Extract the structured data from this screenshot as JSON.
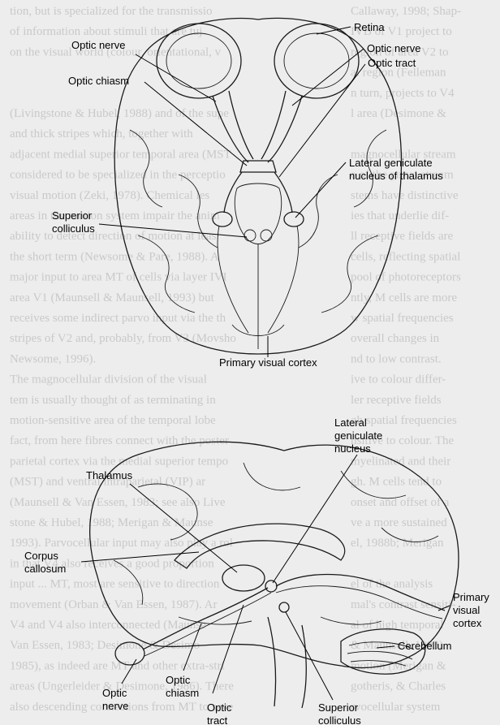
{
  "figure_top": {
    "labels": {
      "retina": "Retina",
      "optic_nerve_left": "Optic nerve",
      "optic_nerve_right": "Optic nerve",
      "optic_tract": "Optic tract",
      "optic_chiasm": "Optic chiasm",
      "lgn_line1": "Lateral geniculate",
      "lgn_line2": "nucleus of thalamus",
      "sup_coll_line1": "Superior",
      "sup_coll_line2": "colliculus",
      "primary_visual_cortex": "Primary visual cortex"
    }
  },
  "figure_bottom": {
    "labels": {
      "lgn_line1": "Lateral",
      "lgn_line2": "geniculate",
      "lgn_line3": "nucleus",
      "thalamus": "Thalamus",
      "corpus_line1": "Corpus",
      "corpus_line2": "callosum",
      "pvc_line1": "Primary",
      "pvc_line2": "visual",
      "pvc_line3": "cortex",
      "cerebellum": "Cerebellum",
      "optic_chiasm_line1": "Optic",
      "optic_chiasm_line2": "chiasm",
      "optic_nerve_line1": "Optic",
      "optic_nerve_line2": "nerve",
      "optic_tract_line1": "Optic",
      "optic_tract_line2": "tract",
      "sup_coll_line1": "Superior",
      "sup_coll_line2": "colliculus"
    }
  },
  "background_text": {
    "left_column": [
      "tion, but is specialized for the transmissio",
      "of information about stimuli that are tuj",
      "on the visual world (colour, orientational, v",
      "",
      "",
      "(Livingstone & Hubel, 1988) and of the supe",
      "and thick stripes which, together with",
      "adjacent medial superior temporal area (MST",
      "considered to be specialized in the perceptio",
      "visual motion (Zeki, 1978). Chemical les",
      "areas in the motion system impair the anim",
      "ability to detect direction of motion at leas",
      "the short term (Newsome & Pare, 1988). A",
      "major input to area MT of cells via layer IVI",
      "area V1 (Maunsell & Maunsell, 1993) but",
      "receives some indirect parvo input via the th",
      "stripes of V2 and, probably, from V3 (Movsho",
      "Newsome, 1996).",
      "The magnocellular division of the visual",
      "tem is usually thought of as terminating in",
      "motion-sensitive area of the temporal lobe",
      "fact, from here fibres connect with the poster",
      "parietal cortex via the medial superior tempo",
      "(MST) and ventral intraparietal (VIP) ar",
      "(Maunsell & Van Essen, 1983; see also Live",
      "stone & Hubel, 1988; Merigan & Maunse",
      "1993). Parvocellular input may also play a rol",
      "in that V4 also receives a good proportion",
      "input ... MT, most are sensitive to direction",
      "movement (Orban & Van Essen, 1987). Ar",
      "V4 and V4 also interconnected (Maunse",
      "Van Essen, 1983; Desimone & Desimo",
      "1985), as indeed are MT and other extra-stri",
      "areas (Ungerleider & Desimone, 1986). There",
      "also descending connections from MT to seve"
    ],
    "right_column": [
      "Callaway, 1998; Shap-",
      "IVB of V1 project to",
      "region of area V2 to",
      "al region (Felleman",
      "n turn, projects to V4",
      "l area (Desimone &",
      "",
      "magnocellular stream",
      "e of the parvo stream",
      "stems have distinctive",
      "ies that underlie dif-",
      "ll receptive fields are",
      "cells, reflecting spatial",
      "pool of photoreceptors",
      "ntly, M cells are more",
      "w spatial frequencies",
      "overall changes in",
      "nd to low contrast.",
      "ive to colour differ-",
      "ler receptive fields",
      "gh spatial frequencies",
      "nsitive to colour. The",
      "myelinated and their",
      "gh. M cells tend to",
      "onset and offset of a",
      "ve a more sustained",
      "el, 1988b; Merigan",
      "",
      "el of the analysis",
      "mal's contrast sensiti-",
      "al of high temporal",
      "& Maunsell, 1993).",
      "motion (Merigan &",
      "gotheris, & Charles",
      "rvocellular system"
    ]
  }
}
